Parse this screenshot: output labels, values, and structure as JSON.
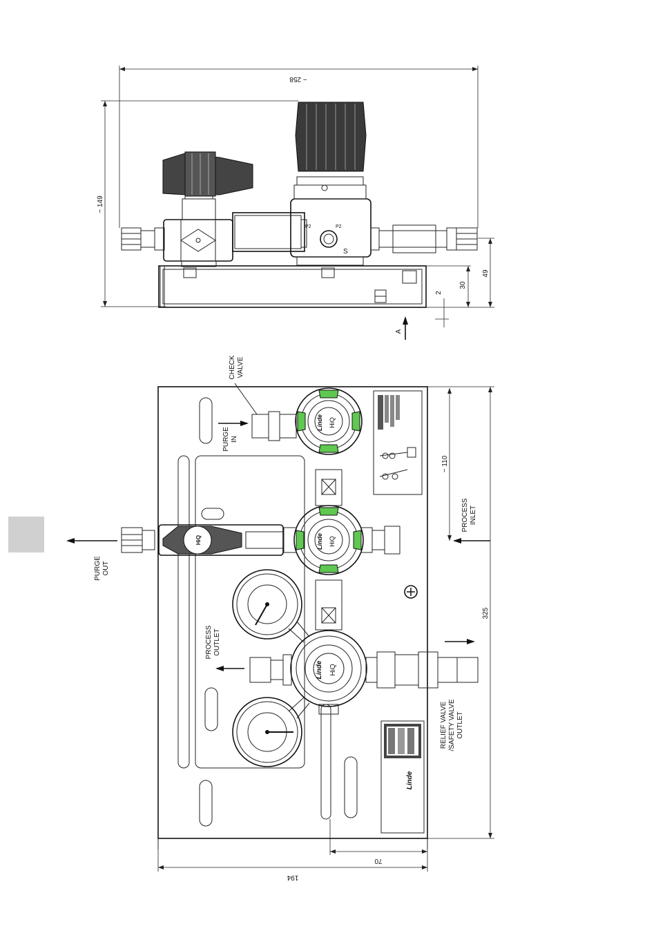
{
  "side_view": {
    "dim_width": "~ 258",
    "dim_height": "~ 149",
    "dim_base_total": "49",
    "dim_base": "30",
    "dim_plate": "2",
    "view_marker": "A",
    "port_mark": "S"
  },
  "front_view": {
    "dim_total_width": "194",
    "dim_relief_offset": "70",
    "dim_height": "325",
    "dim_inlet_offset": "~ 110",
    "labels": {
      "check_valve": [
        "CHECK",
        "VALVE"
      ],
      "purge_in": [
        "PURGE",
        "IN"
      ],
      "purge_out": [
        "PURGE",
        "OUT"
      ],
      "process_inlet": [
        "PROCESS",
        "INLET"
      ],
      "process_outlet": [
        "PROCESS",
        "OUTLET"
      ],
      "relief_valve": [
        "RELIEF VALVE",
        "/SAFETY VALVE",
        "OUTLET"
      ]
    },
    "regulator_brand": "HiQ",
    "logo_text": "Linde"
  },
  "colors": {
    "accent_green": "#5ec850",
    "sidebar_tab": "#d0d0d0"
  }
}
